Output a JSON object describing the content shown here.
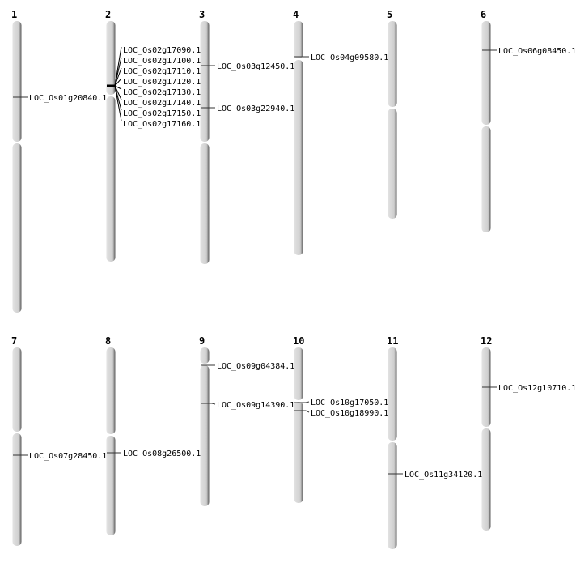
{
  "chromosomes": [
    {
      "name": "1",
      "genes": [
        "LOC_Os01g20840.1"
      ]
    },
    {
      "name": "2",
      "genes": [
        "LOC_Os02g17090.1",
        "LOC_Os02g17100.1",
        "LOC_Os02g17110.1",
        "LOC_Os02g17120.1",
        "LOC_Os02g17130.1",
        "LOC_Os02g17140.1",
        "LOC_Os02g17150.1",
        "LOC_Os02g17160.1"
      ]
    },
    {
      "name": "3",
      "genes": [
        "LOC_Os03g12450.1",
        "LOC_Os03g22940.1"
      ]
    },
    {
      "name": "4",
      "genes": [
        "LOC_Os04g09580.1"
      ]
    },
    {
      "name": "5",
      "genes": []
    },
    {
      "name": "6",
      "genes": [
        "LOC_Os06g08450.1"
      ]
    },
    {
      "name": "7",
      "genes": [
        "LOC_Os07g28450.1"
      ]
    },
    {
      "name": "8",
      "genes": [
        "LOC_Os08g26500.1"
      ]
    },
    {
      "name": "9",
      "genes": [
        "LOC_Os09g04384.1",
        "LOC_Os09g14390.1"
      ]
    },
    {
      "name": "10",
      "genes": [
        "LOC_Os10g17050.1",
        "LOC_Os10g18990.1"
      ]
    },
    {
      "name": "11",
      "genes": [
        "LOC_Os11g34120.1"
      ]
    },
    {
      "name": "12",
      "genes": [
        "LOC_Os12g10710.1"
      ]
    }
  ]
}
